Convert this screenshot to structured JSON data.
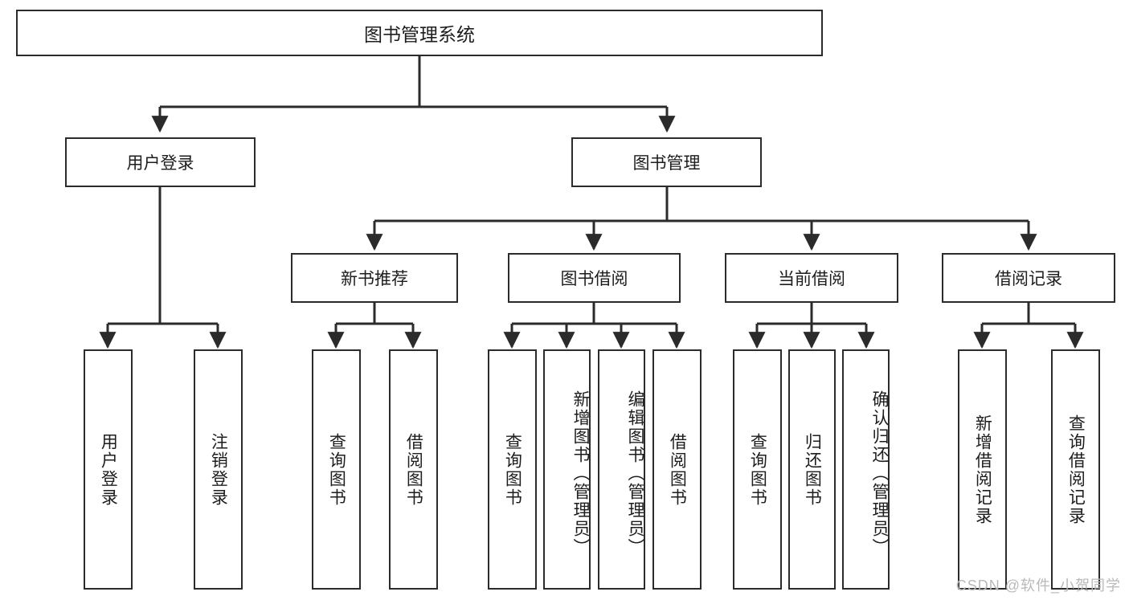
{
  "diagram": {
    "title": "图书管理系统",
    "watermark": "CSDN @软件_小贺同学",
    "accent": "#2b2b2b",
    "background": "#ffffff",
    "levels": {
      "root": {
        "label": "图书管理系统"
      },
      "level2": [
        {
          "label": "用户登录"
        },
        {
          "label": "图书管理"
        }
      ],
      "level3": [
        {
          "label": "新书推荐"
        },
        {
          "label": "图书借阅"
        },
        {
          "label": "当前借阅"
        },
        {
          "label": "借阅记录"
        }
      ],
      "leaves": {
        "user_login": [
          {
            "label": "用户登录"
          },
          {
            "label": "注销登录"
          }
        ],
        "new_book_recommend": [
          {
            "label": "查询图书"
          },
          {
            "label": "借阅图书"
          }
        ],
        "book_borrow": [
          {
            "label": "查询图书"
          },
          {
            "label": "新增图书（管理员）"
          },
          {
            "label": "编辑图书（管理员）"
          },
          {
            "label": "借阅图书"
          }
        ],
        "current_borrow": [
          {
            "label": "查询图书"
          },
          {
            "label": "归还图书"
          },
          {
            "label": "确认归还（管理员）"
          }
        ],
        "borrow_records": [
          {
            "label": "新增借阅记录"
          },
          {
            "label": "查询借阅记录"
          }
        ]
      }
    }
  }
}
